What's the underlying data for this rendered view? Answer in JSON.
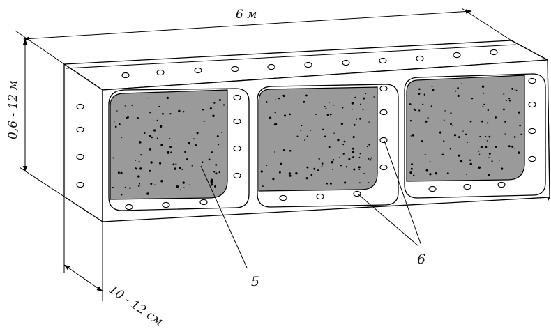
{
  "dimensions": {
    "length": "6 м",
    "height": "0,6 - 12 м",
    "thickness": "10 - 12 см"
  },
  "callouts": {
    "fill_label": "5",
    "holes_label": "6"
  },
  "colors": {
    "fill": "#9a9a9a",
    "stroke": "#000000",
    "background": "#ffffff"
  }
}
